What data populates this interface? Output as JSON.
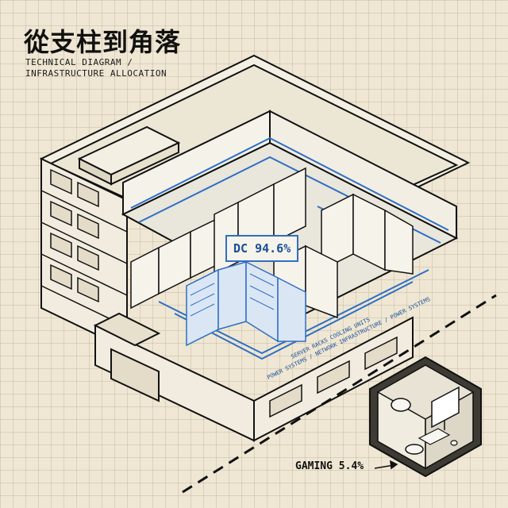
{
  "title": "從支柱到角落",
  "subtitle_lines": [
    "TECHNICAL DIAGRAM /",
    "INFRASTRUCTURE ALLOCATION"
  ],
  "colors": {
    "paper": "#efe7d3",
    "ink": "#111111",
    "blueprint": "#2f6fc4",
    "gaming_room": "#3e3b35"
  },
  "datacenter": {
    "label": "DC 94.6%",
    "share_percent": 94.6,
    "annotations": [
      "POWER SYSTEMS / NETWORK INFRASTRUCTURE / POWER SYSTEMS",
      "SERVER RACKS  COOLING UNITS"
    ]
  },
  "gaming": {
    "label": "GAMING 5.4%",
    "share_percent": 5.4,
    "items": [
      "game-controller-icon",
      "monitor-icon",
      "keyboard-icon",
      "mouse-icon",
      "game-controller-icon"
    ]
  }
}
